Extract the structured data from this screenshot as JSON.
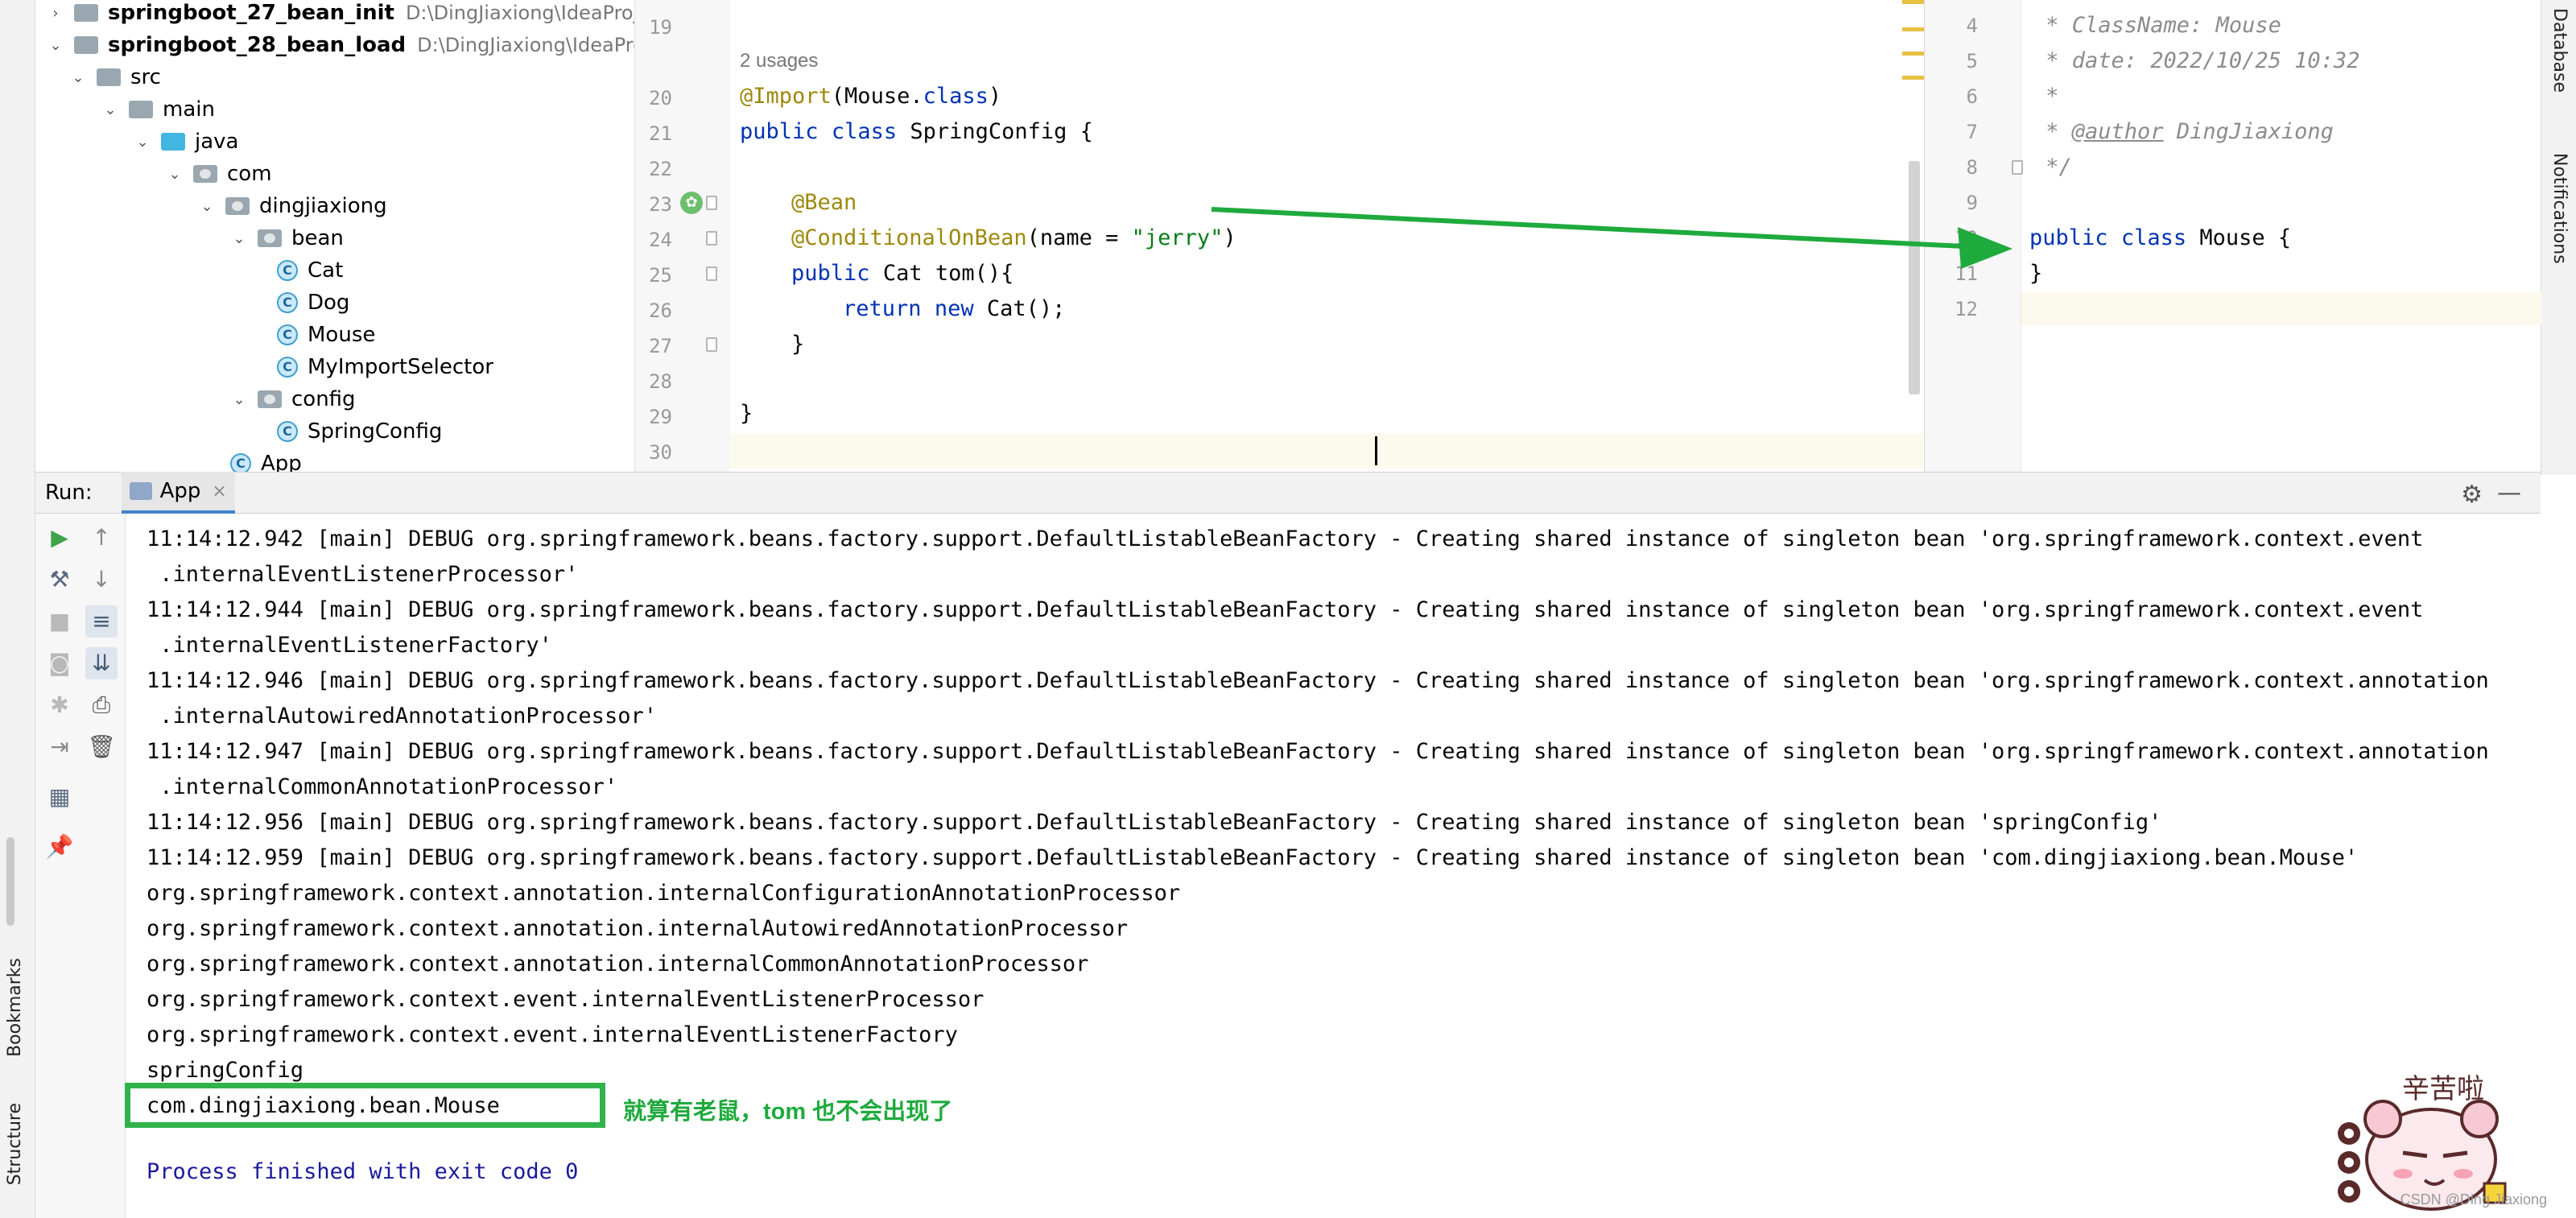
{
  "left_strip": {
    "bookmarks": "Bookmarks",
    "structure": "Structure"
  },
  "right_strip": {
    "database": "Database",
    "notifications": "Notifications"
  },
  "project_tree": {
    "items": [
      {
        "label": "springboot_27_bean_init",
        "path": "D:\\DingJiaxiong\\IdeaProjects\\S",
        "arrow": "›",
        "kind": "module"
      },
      {
        "label": "springboot_28_bean_load",
        "path": "D:\\DingJiaxiong\\IdeaProjects\\",
        "arrow": "⌄",
        "kind": "module"
      },
      {
        "label": "src",
        "arrow": "⌄",
        "kind": "folder"
      },
      {
        "label": "main",
        "arrow": "⌄",
        "kind": "folder"
      },
      {
        "label": "java",
        "arrow": "⌄",
        "kind": "java-folder"
      },
      {
        "label": "com",
        "arrow": "⌄",
        "kind": "package"
      },
      {
        "label": "dingjiaxiong",
        "arrow": "⌄",
        "kind": "package"
      },
      {
        "label": "bean",
        "arrow": "⌄",
        "kind": "package"
      },
      {
        "label": "Cat",
        "kind": "class"
      },
      {
        "label": "Dog",
        "kind": "class"
      },
      {
        "label": "Mouse",
        "kind": "class"
      },
      {
        "label": "MyImportSelector",
        "kind": "class"
      },
      {
        "label": "config",
        "arrow": "⌄",
        "kind": "package"
      },
      {
        "label": "SpringConfig",
        "kind": "class"
      },
      {
        "label": "App",
        "kind": "class"
      }
    ],
    "class_icon_letter": "C"
  },
  "editor_main": {
    "line_numbers": [
      "19",
      "20",
      "21",
      "22",
      "23",
      "24",
      "25",
      "26",
      "27",
      "28",
      "29",
      "30"
    ],
    "usages": "2 usages",
    "lines": {
      "l20_ann": "@Import",
      "l20_rest": "(Mouse.",
      "l20_kw": "class",
      "l20_end": ")",
      "l21_kw1": "public",
      "l21_kw2": "class",
      "l21_rest": "SpringConfig {",
      "l23_ann": "@Bean",
      "l24_ann": "@ConditionalOnBean",
      "l24_mid": "(name = ",
      "l24_str": "\"jerry\"",
      "l24_end": ")",
      "l25_kw": "public",
      "l25_rest": "Cat tom(){",
      "l26_kw1": "return",
      "l26_kw2": "new",
      "l26_rest": "Cat();",
      "l27": "}",
      "l29": "}"
    }
  },
  "editor_right": {
    "line_numbers": [
      "4",
      "5",
      "6",
      "7",
      "8",
      "9",
      "10",
      "11",
      "12"
    ],
    "lines": {
      "l4": " * ClassName: Mouse",
      "l5": " * date: 2022/10/25 10:32",
      "l6": " *",
      "l7_pre": " * ",
      "l7_tag": "@author",
      "l7_rest": " DingJiaxiong",
      "l8": " */",
      "l10_kw1": "public",
      "l10_kw2": "class",
      "l10_rest": "Mouse {",
      "l11": "}"
    }
  },
  "run_panel": {
    "label": "Run:",
    "tab": "App",
    "close": "×",
    "gear": "⚙",
    "minimize": "—"
  },
  "console": {
    "lines": [
      "11:14:12.942 [main] DEBUG org.springframework.beans.factory.support.DefaultListableBeanFactory - Creating shared instance of singleton bean 'org.springframework.context.event",
      " .internalEventListenerProcessor'",
      "11:14:12.944 [main] DEBUG org.springframework.beans.factory.support.DefaultListableBeanFactory - Creating shared instance of singleton bean 'org.springframework.context.event",
      " .internalEventListenerFactory'",
      "11:14:12.946 [main] DEBUG org.springframework.beans.factory.support.DefaultListableBeanFactory - Creating shared instance of singleton bean 'org.springframework.context.annotation",
      " .internalAutowiredAnnotationProcessor'",
      "11:14:12.947 [main] DEBUG org.springframework.beans.factory.support.DefaultListableBeanFactory - Creating shared instance of singleton bean 'org.springframework.context.annotation",
      " .internalCommonAnnotationProcessor'",
      "11:14:12.956 [main] DEBUG org.springframework.beans.factory.support.DefaultListableBeanFactory - Creating shared instance of singleton bean 'springConfig'",
      "11:14:12.959 [main] DEBUG org.springframework.beans.factory.support.DefaultListableBeanFactory - Creating shared instance of singleton bean 'com.dingjiaxiong.bean.Mouse'",
      "org.springframework.context.annotation.internalConfigurationAnnotationProcessor",
      "org.springframework.context.annotation.internalAutowiredAnnotationProcessor",
      "org.springframework.context.annotation.internalCommonAnnotationProcessor",
      "org.springframework.context.event.internalEventListenerProcessor",
      "org.springframework.context.event.internalEventListenerFactory",
      "springConfig",
      "com.dingjiaxiong.bean.Mouse"
    ],
    "process_finished": "Process finished with exit code 0",
    "annotation_note": "就算有老鼠，tom 也不会出现了"
  },
  "sticker": {
    "text": "辛苦啦",
    "watermark": "CSDN @Ding Jiaxiong"
  },
  "colors": {
    "highlight_green": "#2fb34a",
    "arrow_green": "#1faa3d",
    "keyword": "#0033b3",
    "annotation": "#9e880d",
    "string": "#067d17"
  }
}
